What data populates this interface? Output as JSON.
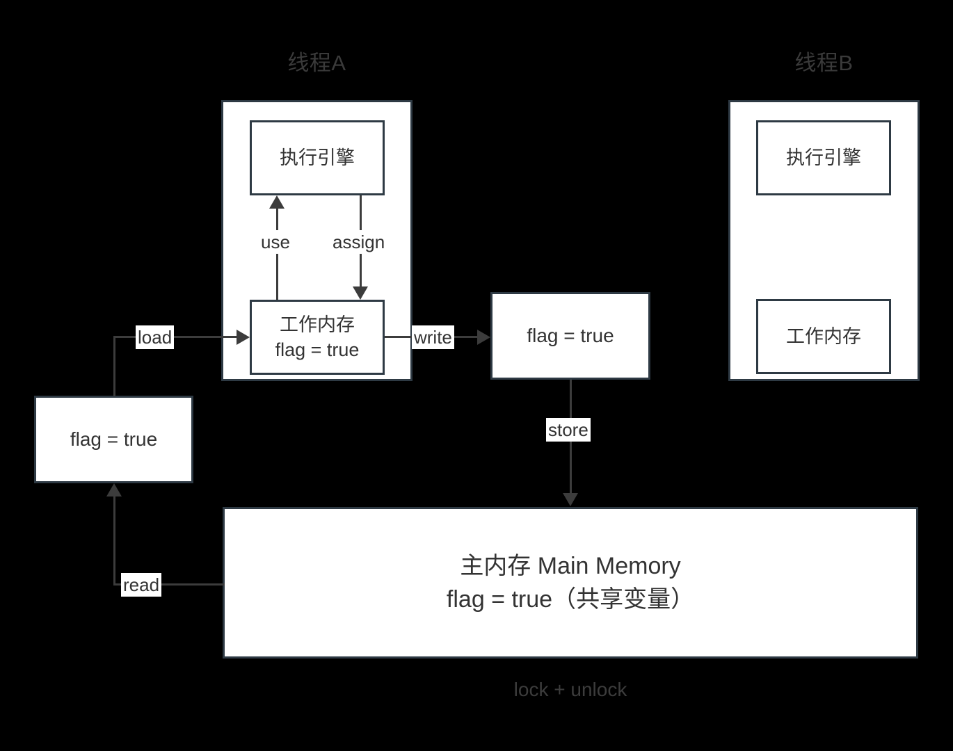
{
  "diagram": {
    "background_color": "#000000",
    "box_fill": "#ffffff",
    "box_border": "#2e3a44",
    "line_color": "#3c3c3c",
    "title_color": "#3a3a3a",
    "threads": [
      {
        "title": "线程A",
        "execution_engine": "执行引擎",
        "working_memory_line1": "工作内存",
        "working_memory_line2": "flag = true"
      },
      {
        "title": "线程B",
        "execution_engine": "执行引擎",
        "working_memory_line1": "工作内存",
        "working_memory_line2": ""
      }
    ],
    "value_boxes": {
      "left": "flag = true",
      "middle": "flag = true"
    },
    "main_memory": {
      "line1": "主内存 Main Memory",
      "line2": "flag = true（共享变量）"
    },
    "footer": "lock + unlock",
    "edges": [
      {
        "label": "use",
        "from": "工作内存A",
        "to": "执行引擎A",
        "direction": "up"
      },
      {
        "label": "assign",
        "from": "执行引擎A",
        "to": "工作内存A",
        "direction": "down"
      },
      {
        "label": "load",
        "from": "flag = true (左)",
        "to": "工作内存A",
        "direction": "right"
      },
      {
        "label": "write",
        "from": "工作内存A",
        "to": "flag = true (中)",
        "direction": "right"
      },
      {
        "label": "store",
        "from": "flag = true (中)",
        "to": "主内存",
        "direction": "down"
      },
      {
        "label": "read",
        "from": "主内存",
        "to": "flag = true (左)",
        "direction": "up"
      }
    ]
  }
}
